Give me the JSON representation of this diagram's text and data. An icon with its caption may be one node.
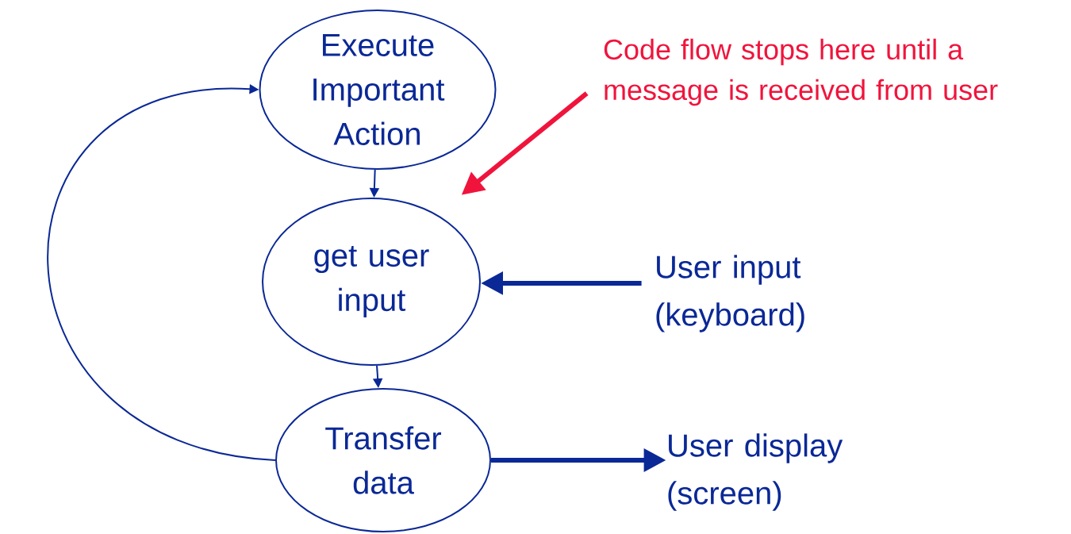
{
  "diagram": {
    "nodes": [
      {
        "text": [
          "Execute Important Action"
        ]
      },
      {
        "text": [
          "get user input"
        ]
      },
      {
        "text": [
          "Transfer data"
        ]
      },
      {
        "text": [
          "User input (keyboard)"
        ]
      },
      {
        "text": [
          "User display (screen)"
        ]
      },
      {
        "text": [
          "Code flow stops here until a message is received from user"
        ]
      }
    ],
    "edges": [
      {
        "from": 0,
        "to": 1,
        "arrow": "to"
      },
      {
        "from": 1,
        "to": 2,
        "arrow": "to"
      },
      {
        "from": 2,
        "to": 0,
        "arrow": "to"
      },
      {
        "from": 3,
        "to": 1,
        "arrow": "to",
        "style": "thick"
      },
      {
        "from": 2,
        "to": 4,
        "arrow": "to",
        "style": "thick"
      },
      {
        "from": 5,
        "to": null,
        "arrow": "to",
        "style": "thick",
        "color": "#f0143c"
      }
    ]
  }
}
